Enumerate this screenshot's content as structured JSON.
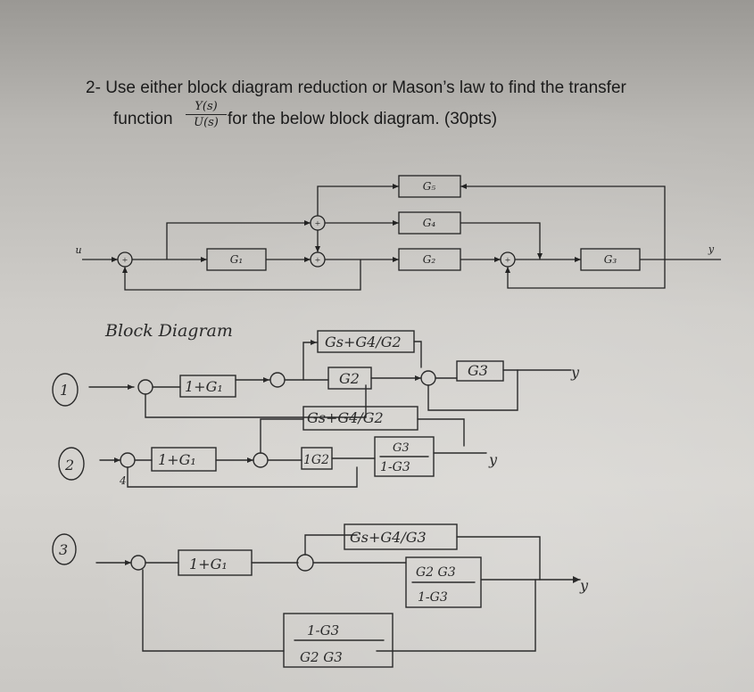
{
  "question": {
    "number": "2-",
    "line1": "Use either block diagram reduction or Mason’s law to find the transfer",
    "function_word": "function",
    "fraction_num": "Y(s)",
    "fraction_den": "U(s)",
    "line2_rest": "for the below block diagram. (30pts)"
  },
  "diagram": {
    "input_label": "u",
    "output_label": "y",
    "sum_symbol": "+",
    "blocks": {
      "g1": "G₁",
      "g2": "G₂",
      "g3": "G₃",
      "g4": "G₄",
      "g5": "G₅"
    }
  },
  "handwritten": {
    "heading": "Block Diagram",
    "step1": {
      "number": "1",
      "block_a": "1+G₁",
      "block_b": "Gs+G4/G2",
      "block_c": "G2",
      "block_d": "G3",
      "output": "y"
    },
    "step2": {
      "number": "2",
      "block_a": "1+G₁",
      "block_b": "Gs+G4/G2",
      "block_c": "1G2",
      "block_d_num": "G3",
      "block_d_den": "1-G3",
      "output": "y",
      "feedback_sign": "4"
    },
    "step3": {
      "number": "3",
      "block_a": "1+G₁",
      "block_b": "Gs+G4/G3",
      "block_c_num": "G2 G3",
      "block_c_den": "1-G3",
      "block_d_num": "1-G3",
      "block_d_den": "G2 G3",
      "output": "y"
    }
  }
}
